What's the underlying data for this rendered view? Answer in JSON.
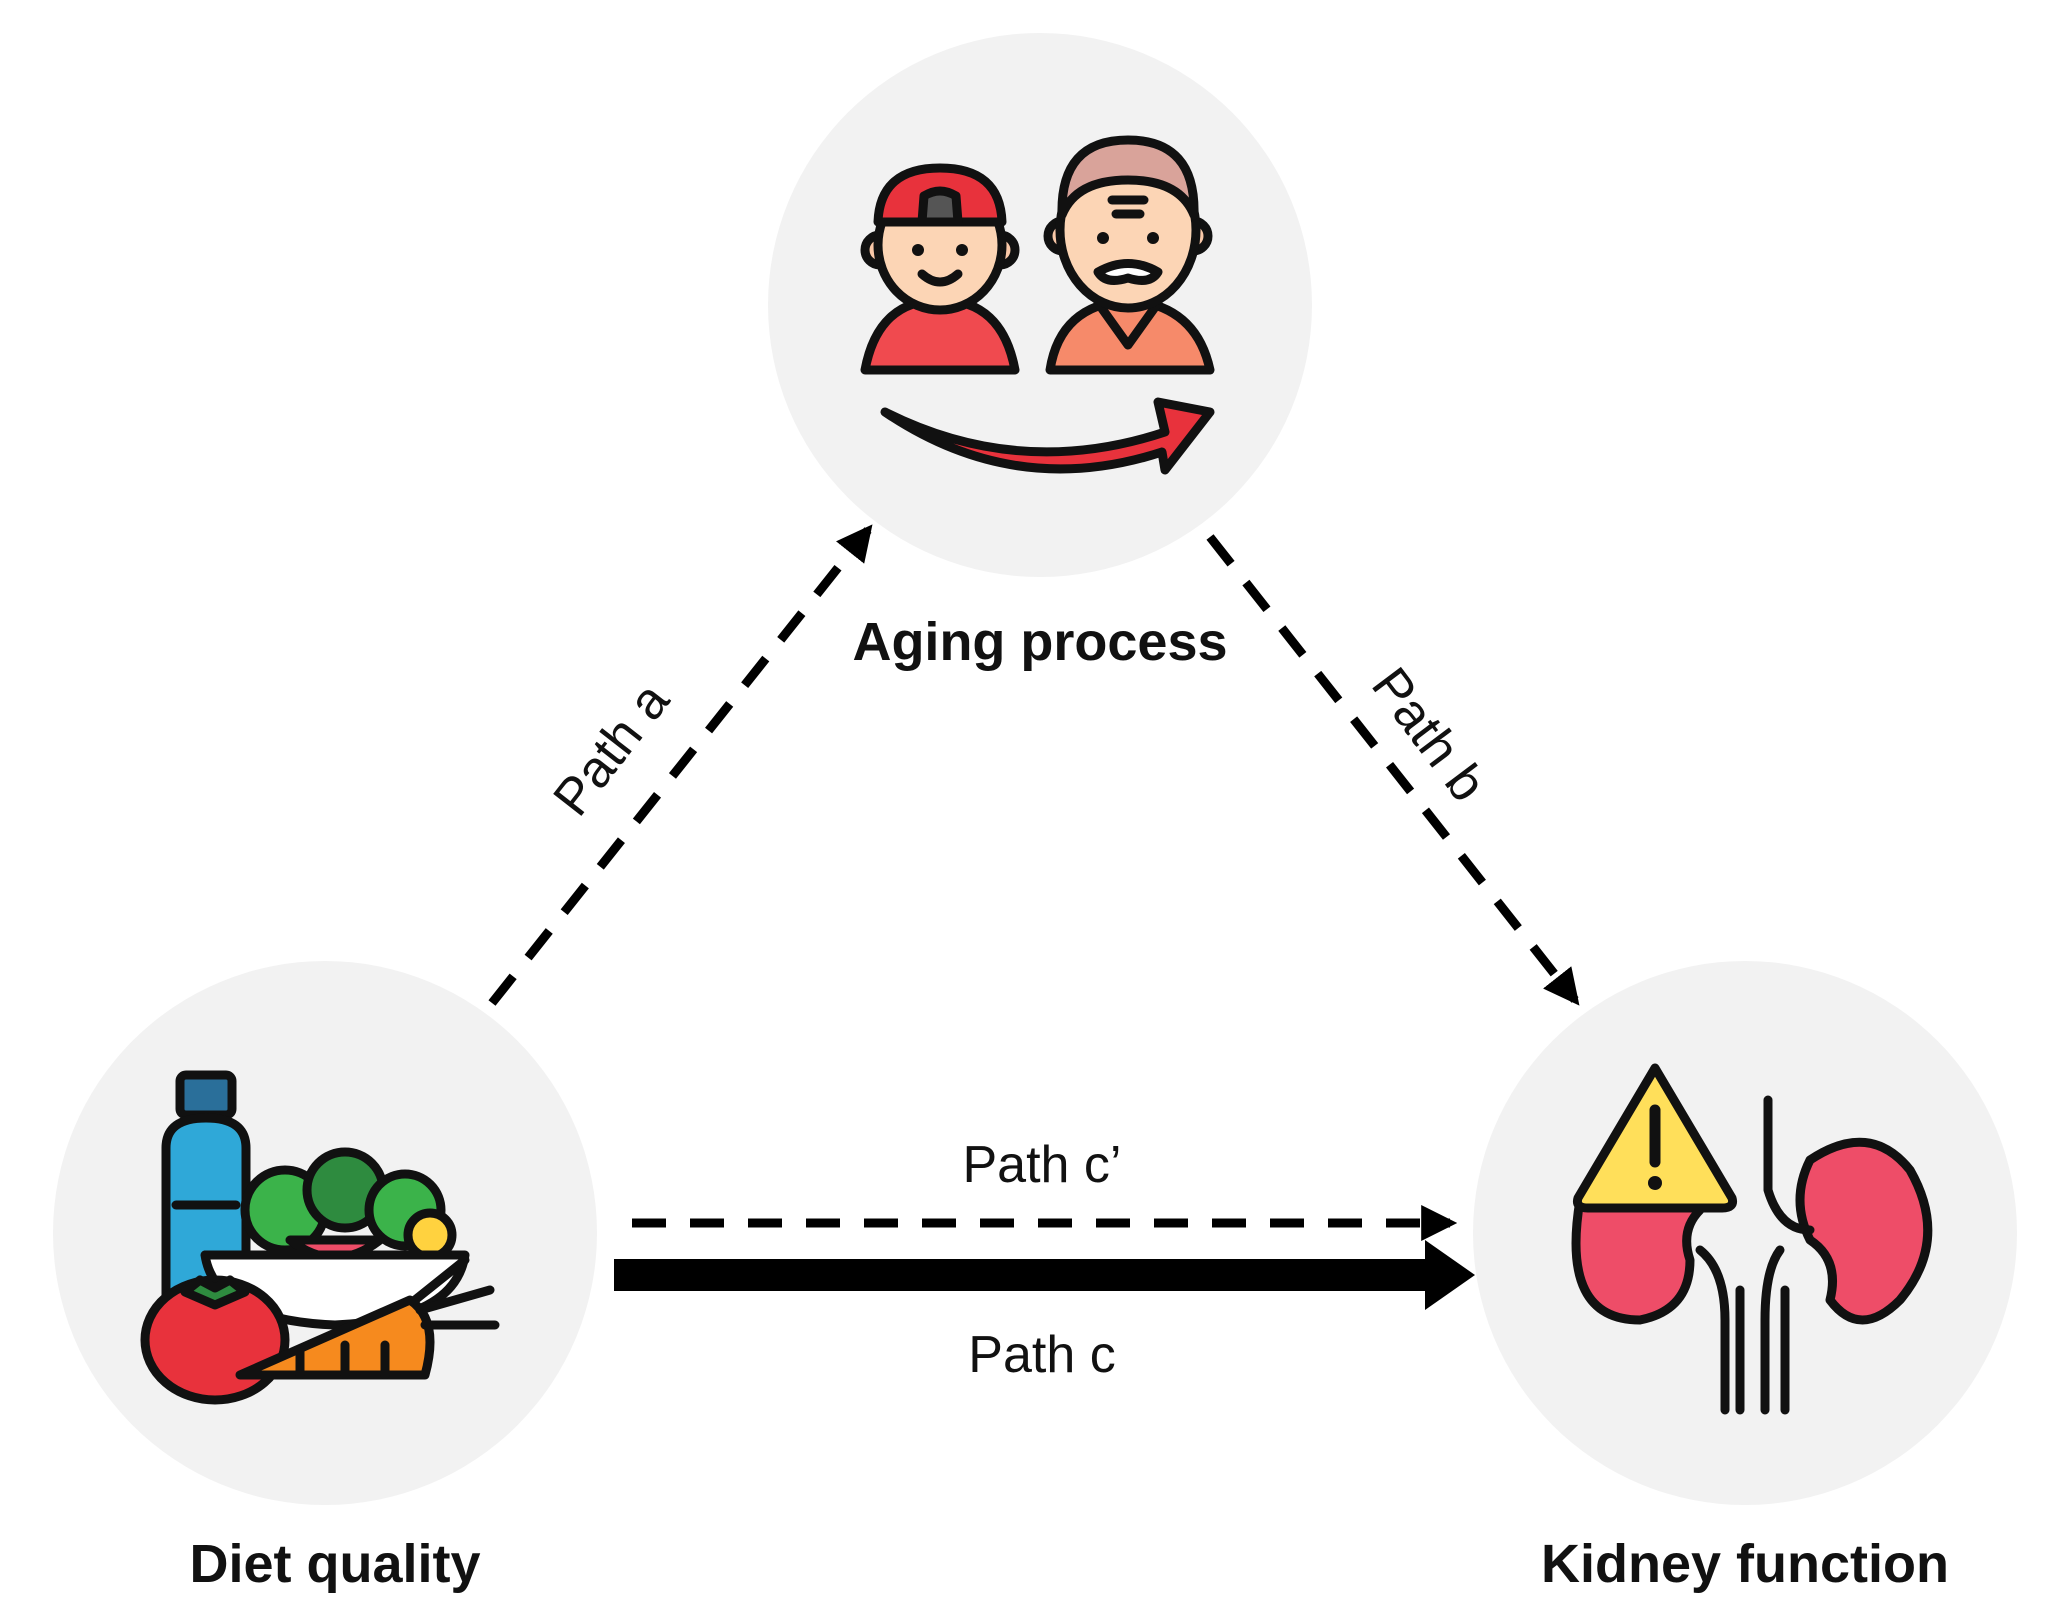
{
  "nodes": {
    "aging": {
      "label": "Aging process",
      "icon": "young-to-old-person-icon"
    },
    "diet": {
      "label": "Diet quality",
      "icon": "healthy-food-icon"
    },
    "kidney": {
      "label": "Kidney function",
      "icon": "kidney-warning-icon"
    }
  },
  "paths": {
    "a": {
      "label": "Path a",
      "style": "dashed"
    },
    "b": {
      "label": "Path b",
      "style": "dashed"
    },
    "c_prime": {
      "label": "Path c’",
      "style": "dashed"
    },
    "c": {
      "label": "Path c",
      "style": "solid"
    }
  },
  "colors": {
    "node_circle": "#f2f2f2",
    "arrow": "#000000",
    "accent_red": "#e8323c",
    "warning_yellow": "#ffdf5a",
    "kidney_pink": "#ee4d68",
    "vessel_blue": "#7b8ee8",
    "carrot_orange": "#f68a1e",
    "bottle_blue": "#2fa8d8",
    "leaf_green": "#3bb34a"
  }
}
